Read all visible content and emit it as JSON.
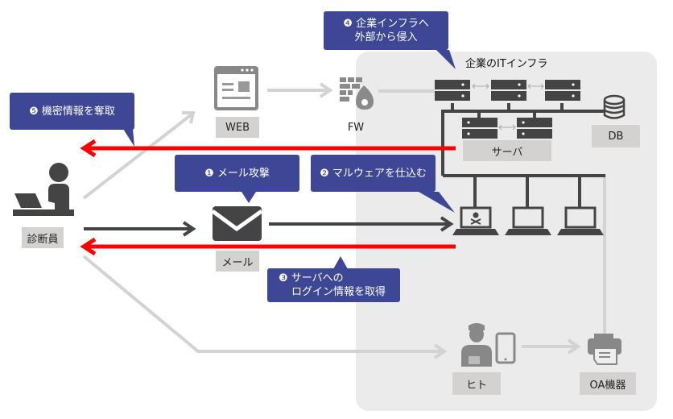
{
  "diagram": {
    "title": "企業のITインフラ",
    "nodes": {
      "attacker": {
        "label": "診断員",
        "icon": "person-at-laptop-icon"
      },
      "web": {
        "label": "WEB",
        "icon": "browser-window-icon"
      },
      "fw": {
        "label": "FW",
        "icon": "firewall-icon"
      },
      "mail": {
        "label": "メール",
        "icon": "envelope-icon"
      },
      "servers": {
        "label": "サーバ",
        "icon": "server-rack-icon"
      },
      "db": {
        "label": "DB",
        "icon": "database-icon"
      },
      "pcs": {
        "icon": "laptop-icon",
        "infected_icon": "skull-crossbones-icon",
        "count": 3
      },
      "human": {
        "label": "ヒト",
        "icon": "worker-icon",
        "device_icon": "smartphone-icon"
      },
      "oa": {
        "label": "OA機器",
        "icon": "printer-icon"
      }
    },
    "callouts": [
      {
        "step": "❶",
        "text": "メール攻撃"
      },
      {
        "step": "❷",
        "text": "マルウェアを仕込む"
      },
      {
        "step": "❸",
        "line1": "サーバへの",
        "line2": "ログイン情報を取得"
      },
      {
        "step": "❹",
        "line1": "企業インフラへ",
        "line2": "外部から侵入"
      },
      {
        "step": "❺",
        "text": "機密情報を奪取"
      }
    ],
    "colors": {
      "callout": "#3e4795",
      "exfil_arrow": "#ff0000",
      "dark_icon": "#444444",
      "light_path": "#d3d3d3",
      "infra_bg": "#ebebeb",
      "label_bg": "#d4d2d1"
    }
  }
}
